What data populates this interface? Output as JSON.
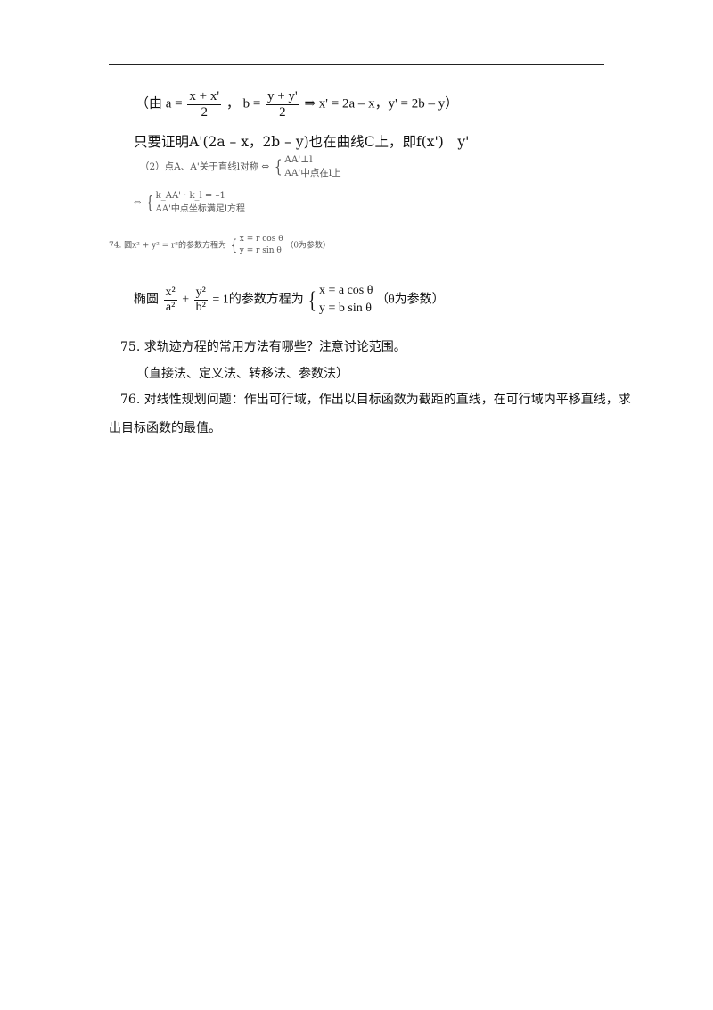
{
  "block_a": {
    "open": "（由",
    "a_eq": "a =",
    "frac1_num": "x + x'",
    "frac1_den": "2",
    "comma": "，",
    "b_eq": "b =",
    "frac2_num": "y + y'",
    "frac2_den": "2",
    "implies": "⇒ x' = 2a – x，y' = 2b – y）"
  },
  "block_b": {
    "text": "只要证明A'(2a – x，2b – y)也在曲线C上，即f(x')　y'"
  },
  "block_c": {
    "lead": "（2）点A、A'关于直线l对称 ⇔",
    "row1": "AA'⊥l",
    "row2": "AA'中点在l上"
  },
  "block_d": {
    "lead": "⇔",
    "row1": "k_AA' · k_l = –1",
    "row2": "AA'中点坐标满足l方程"
  },
  "item74": {
    "lead": "74. 圆x² + y² = r²的参数方程为",
    "row1": "x = r cos θ",
    "row2": "y = r sin θ",
    "tail": "（θ为参数）"
  },
  "ellipse": {
    "lead": "椭圆",
    "f1_num": "x²",
    "f1_den": "a²",
    "plus": "+",
    "f2_num": "y²",
    "f2_den": "b²",
    "eq": "= 1的参数方程为",
    "row1": "x = a cos θ",
    "row2": "y = b sin θ",
    "tail": "（θ为参数）"
  },
  "item75": {
    "question": "75. 求轨迹方程的常用方法有哪些？注意讨论范围。",
    "answer": "（直接法、定义法、转移法、参数法）"
  },
  "item76": {
    "line1": "76. 对线性规划问题：作出可行域，作出以目标函数为截距的直线，在可行域内平移直线，求",
    "line2": "出目标函数的最值。"
  }
}
